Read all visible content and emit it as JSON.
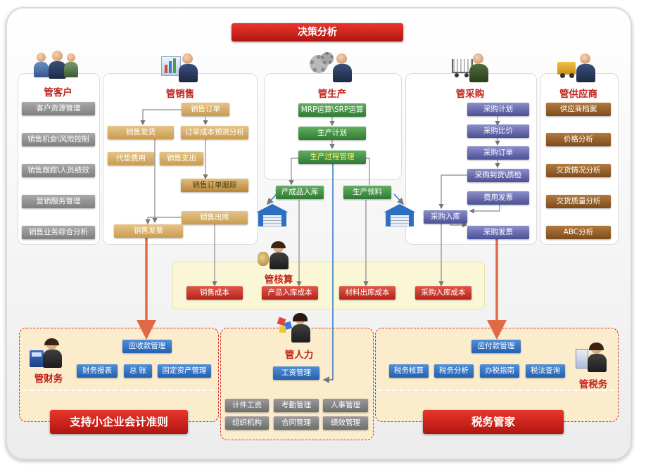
{
  "title": "决策分析",
  "customer": {
    "title": "管客户",
    "items": [
      "客户资源管理",
      "销售机会\\风险控制",
      "销售跟踪\\人员绩效",
      "营销服务管理",
      "销售业务综合分析"
    ]
  },
  "sales": {
    "title": "管销售",
    "order": "销售订单",
    "shipping": "销售发货",
    "order_cost_forecast": "订单成本预测分析",
    "advance_fee": "代垫费用",
    "expense": "销售支出",
    "order_tracking": "销售订单跟踪",
    "outbound": "销售出库",
    "invoice": "销售发票"
  },
  "production": {
    "title": "管生产",
    "mrp": "MRP运算\\SRP运算",
    "plan": "生产计划",
    "process": "生产过程管理",
    "finished_in": "产成品入库",
    "material_pick": "生产领料"
  },
  "purchase": {
    "title": "管采购",
    "plan": "采购计划",
    "price_compare": "采购比价",
    "order": "采购订单",
    "arrival_qc": "采购到货\\质检",
    "expense_invoice": "费用发票",
    "inbound": "采购入库",
    "invoice": "采购发票"
  },
  "supplier": {
    "title": "管供应商",
    "items": [
      "供应商档案",
      "价格分析",
      "交货情况分析",
      "交货质量分析",
      "ABC分析"
    ]
  },
  "accounting": {
    "title": "管核算",
    "items": [
      "销售成本",
      "产品入库成本",
      "材料出库成本",
      "采购入库成本"
    ]
  },
  "finance": {
    "title": "管财务",
    "receivable": "应收款管理",
    "items": [
      "财务报表",
      "总 账",
      "固定资产管理"
    ],
    "banner": "支持小企业会计准则"
  },
  "hr": {
    "title": "管人力",
    "salary": "工资管理",
    "items": [
      "计件工资",
      "考勤管理",
      "人事管理",
      "组织机构",
      "合同管理",
      "绩效管理"
    ]
  },
  "tax": {
    "title": "管税务",
    "payable": "应付款管理",
    "items": [
      "税务核算",
      "税务分析",
      "办税指南",
      "税法查询"
    ],
    "banner": "税务管家"
  }
}
